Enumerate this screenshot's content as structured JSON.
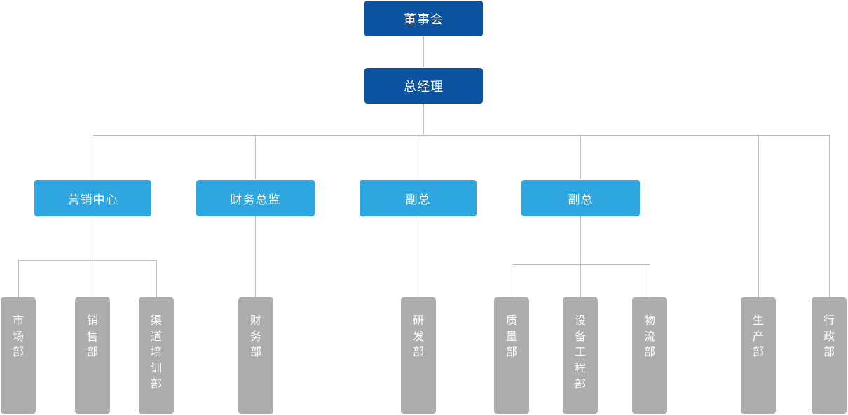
{
  "chart_title": "",
  "colors": {
    "top_level": "#0B52A1",
    "second_level": "#2EA7E0",
    "department": "#ADADAD",
    "connector": "#BFBFBF",
    "background": "#FFFFFF",
    "label_text": "#FFFFFF"
  },
  "nodes": {
    "board": {
      "label": "董事会"
    },
    "general_manager": {
      "label": "总经理"
    },
    "level2": [
      {
        "label": "营销中心"
      },
      {
        "label": "财务总监"
      },
      {
        "label": "副总"
      },
      {
        "label": "副总"
      }
    ],
    "departments": [
      {
        "label": "市场部"
      },
      {
        "label": "销售部"
      },
      {
        "label": "渠道培训部"
      },
      {
        "label": "财务部"
      },
      {
        "label": "研发部"
      },
      {
        "label": "质量部"
      },
      {
        "label": "设备工程部"
      },
      {
        "label": "物流部"
      },
      {
        "label": "生产部"
      },
      {
        "label": "行政部"
      }
    ]
  }
}
